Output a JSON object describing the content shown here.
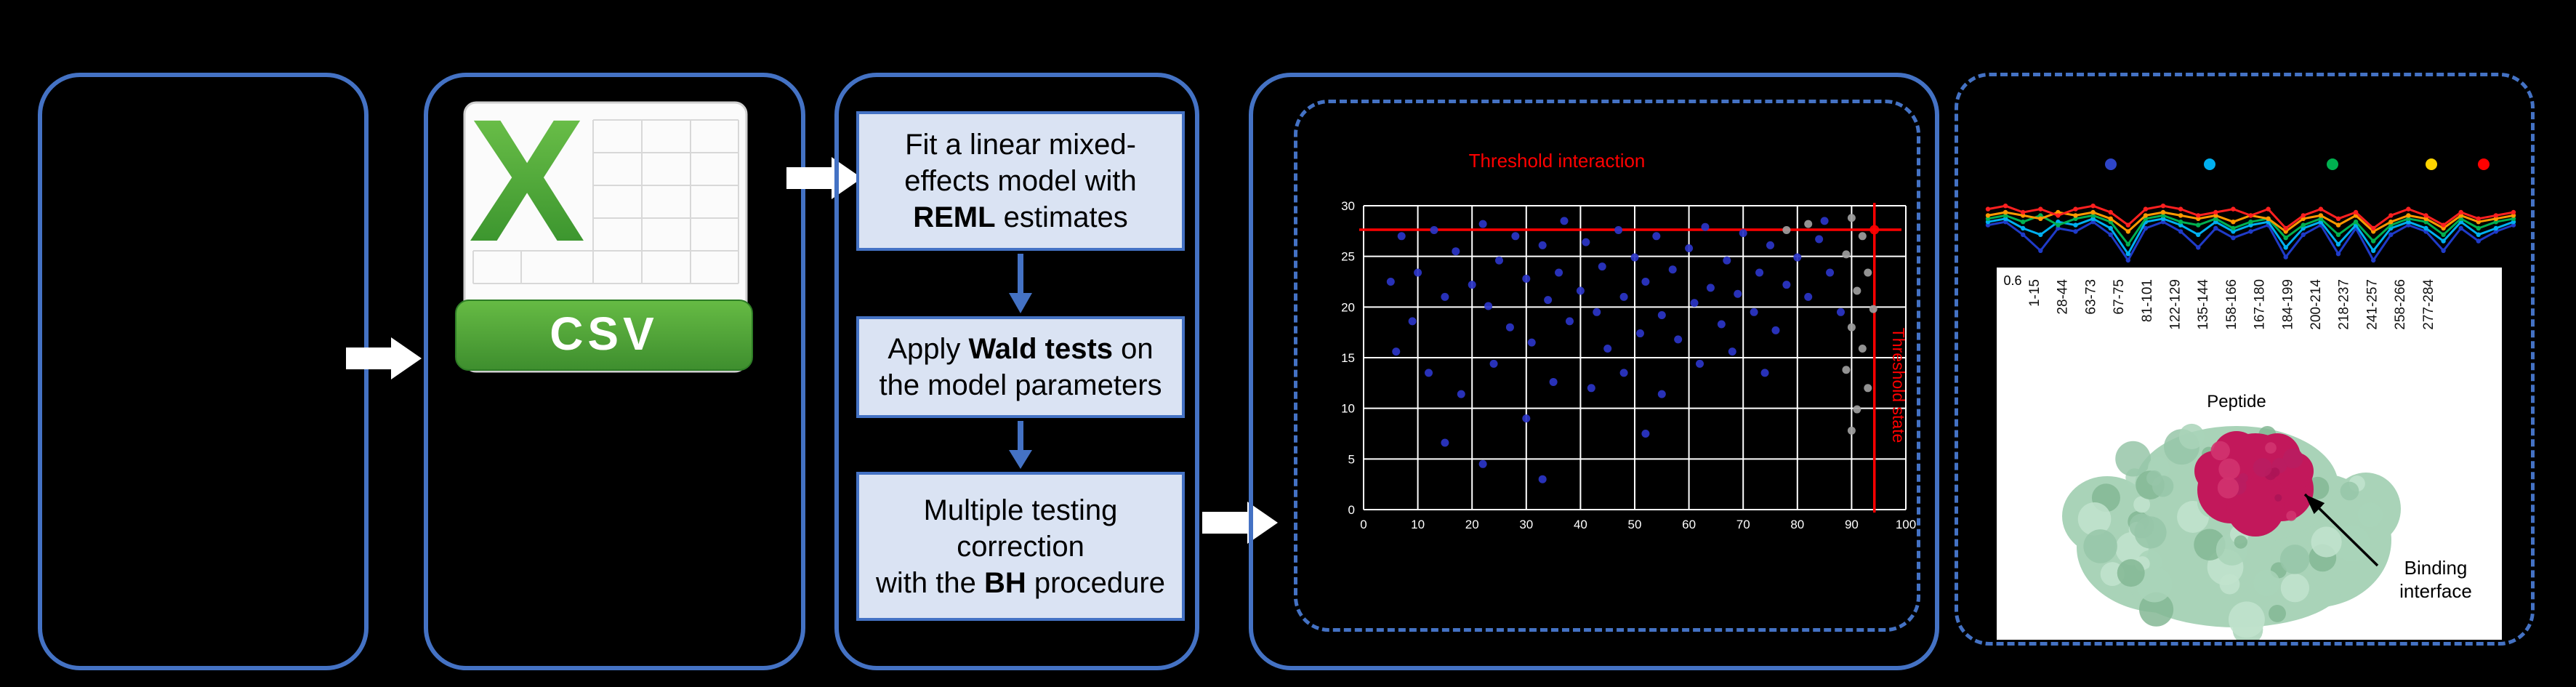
{
  "app": {
    "background": "#000000",
    "accent": "#4472C4"
  },
  "csv_card": {
    "letter": "X",
    "label": "CSV"
  },
  "pipeline": {
    "steps": [
      {
        "lines": [
          [
            {
              "t": "Fit a linear mixed-"
            }
          ],
          [
            {
              "t": "effects model with"
            }
          ],
          [
            {
              "t": "REML",
              "b": true
            },
            {
              "t": " estimates"
            }
          ]
        ]
      },
      {
        "lines": [
          [
            {
              "t": "Apply "
            },
            {
              "t": "Wald tests",
              "b": true
            },
            {
              "t": " on"
            }
          ],
          [
            {
              "t": "the model parameters"
            }
          ]
        ]
      },
      {
        "lines": [
          [
            {
              "t": "Multiple testing"
            }
          ],
          [
            {
              "t": "correction"
            }
          ],
          [
            {
              "t": "with the "
            },
            {
              "t": "BH",
              "b": true
            },
            {
              "t": " procedure"
            }
          ]
        ]
      }
    ]
  },
  "peptide_axis": {
    "ytick": "0.6",
    "labels": [
      "1-15",
      "28-44",
      "63-73",
      "67-75",
      "81-101",
      "122-129",
      "135-144",
      "158-166",
      "167-180",
      "184-199",
      "200-214",
      "218-237",
      "241-257",
      "258-266",
      "277-284"
    ],
    "title": "Peptide"
  },
  "binding": {
    "line1": "Binding",
    "line2": "interface"
  },
  "colors": {
    "grid": "#FFFFFF",
    "threshold": "#FF0000",
    "dot_significant": "#2B35C8",
    "dot_nonsignificant": "#9E9E9E",
    "csv_green": "#3E8E2E",
    "protein_body": "#A9D3B8",
    "protein_dark": "#84B794",
    "protein_light": "#C2E3CE",
    "interface_magenta": "#C2185B"
  },
  "chart_data": [
    {
      "id": "significance-scatter",
      "type": "scatter",
      "title": "Threshold interaction",
      "side_label": "Threshold state",
      "x_ticks": [
        "0",
        "10",
        "20",
        "30",
        "40",
        "50",
        "60",
        "70",
        "80",
        "90",
        "100"
      ],
      "y_ticks": [
        "30",
        "25",
        "20",
        "15",
        "10",
        "5",
        "0"
      ],
      "grid": {
        "cols": 10,
        "rows": 6
      },
      "threshold_h_frac": 0.079,
      "threshold_v_frac": 0.942,
      "series": [
        {
          "name": "significant-peptides",
          "color": "#2B35C8",
          "points": [
            [
              0.07,
              0.1
            ],
            [
              0.1,
              0.22
            ],
            [
              0.13,
              0.08
            ],
            [
              0.15,
              0.3
            ],
            [
              0.17,
              0.15
            ],
            [
              0.2,
              0.26
            ],
            [
              0.22,
              0.06
            ],
            [
              0.23,
              0.33
            ],
            [
              0.25,
              0.18
            ],
            [
              0.27,
              0.4
            ],
            [
              0.28,
              0.1
            ],
            [
              0.3,
              0.24
            ],
            [
              0.31,
              0.45
            ],
            [
              0.33,
              0.13
            ],
            [
              0.34,
              0.31
            ],
            [
              0.36,
              0.22
            ],
            [
              0.37,
              0.05
            ],
            [
              0.38,
              0.38
            ],
            [
              0.4,
              0.28
            ],
            [
              0.41,
              0.12
            ],
            [
              0.43,
              0.35
            ],
            [
              0.44,
              0.2
            ],
            [
              0.45,
              0.47
            ],
            [
              0.47,
              0.08
            ],
            [
              0.48,
              0.3
            ],
            [
              0.5,
              0.17
            ],
            [
              0.51,
              0.42
            ],
            [
              0.52,
              0.25
            ],
            [
              0.54,
              0.1
            ],
            [
              0.55,
              0.36
            ],
            [
              0.57,
              0.21
            ],
            [
              0.58,
              0.44
            ],
            [
              0.6,
              0.14
            ],
            [
              0.61,
              0.32
            ],
            [
              0.63,
              0.07
            ],
            [
              0.64,
              0.27
            ],
            [
              0.66,
              0.39
            ],
            [
              0.67,
              0.18
            ],
            [
              0.69,
              0.29
            ],
            [
              0.7,
              0.09
            ],
            [
              0.72,
              0.35
            ],
            [
              0.73,
              0.22
            ],
            [
              0.75,
              0.13
            ],
            [
              0.76,
              0.41
            ],
            [
              0.78,
              0.26
            ],
            [
              0.8,
              0.17
            ],
            [
              0.82,
              0.3
            ],
            [
              0.84,
              0.11
            ],
            [
              0.12,
              0.55
            ],
            [
              0.18,
              0.62
            ],
            [
              0.24,
              0.52
            ],
            [
              0.15,
              0.78
            ],
            [
              0.22,
              0.85
            ],
            [
              0.3,
              0.7
            ],
            [
              0.35,
              0.58
            ],
            [
              0.09,
              0.38
            ],
            [
              0.05,
              0.25
            ],
            [
              0.42,
              0.6
            ],
            [
              0.48,
              0.55
            ],
            [
              0.55,
              0.62
            ],
            [
              0.33,
              0.9
            ],
            [
              0.62,
              0.52
            ],
            [
              0.68,
              0.48
            ],
            [
              0.74,
              0.55
            ],
            [
              0.52,
              0.75
            ],
            [
              0.06,
              0.48
            ],
            [
              0.86,
              0.22
            ],
            [
              0.88,
              0.35
            ],
            [
              0.85,
              0.05
            ]
          ]
        },
        {
          "name": "non-significant-peptides",
          "color": "#9E9E9E",
          "points": [
            [
              0.9,
              0.04
            ],
            [
              0.92,
              0.1
            ],
            [
              0.89,
              0.16
            ],
            [
              0.93,
              0.22
            ],
            [
              0.91,
              0.28
            ],
            [
              0.94,
              0.34
            ],
            [
              0.9,
              0.4
            ],
            [
              0.92,
              0.47
            ],
            [
              0.89,
              0.54
            ],
            [
              0.93,
              0.6
            ],
            [
              0.91,
              0.67
            ],
            [
              0.9,
              0.74
            ],
            [
              0.78,
              0.08
            ],
            [
              0.82,
              0.06
            ]
          ]
        },
        {
          "name": "threshold-intersection",
          "color": "#FF0000",
          "points": [
            [
              0.942,
              0.079
            ]
          ]
        }
      ]
    },
    {
      "id": "deuterium-uptake-lines",
      "type": "line",
      "x_count": 31,
      "legend_dots": [
        "#2E45C8",
        "#00B0F0",
        "#00B050",
        "#FFD400",
        "#FF0000"
      ],
      "series": [
        {
          "name": "state-blue",
          "color": "#1F3BC8",
          "values": [
            0.45,
            0.4,
            0.6,
            0.85,
            0.5,
            0.55,
            0.4,
            0.6,
            1.0,
            0.5,
            0.4,
            0.55,
            0.8,
            0.5,
            0.65,
            0.55,
            0.45,
            0.95,
            0.6,
            0.45,
            0.9,
            0.5,
            1.0,
            0.6,
            0.45,
            0.55,
            0.85,
            0.5,
            0.7,
            0.55,
            0.45
          ]
        },
        {
          "name": "state-cyan",
          "color": "#00B0F0",
          "values": [
            0.4,
            0.35,
            0.5,
            0.6,
            0.4,
            0.45,
            0.35,
            0.5,
            0.9,
            0.4,
            0.35,
            0.45,
            0.6,
            0.4,
            0.55,
            0.45,
            0.4,
            0.8,
            0.5,
            0.4,
            0.75,
            0.45,
            0.85,
            0.5,
            0.4,
            0.5,
            0.7,
            0.4,
            0.6,
            0.5,
            0.4
          ]
        },
        {
          "name": "state-green",
          "color": "#00B050",
          "values": [
            0.35,
            0.3,
            0.4,
            0.3,
            0.45,
            0.35,
            0.3,
            0.4,
            0.75,
            0.35,
            0.3,
            0.4,
            0.45,
            0.35,
            0.5,
            0.4,
            0.35,
            0.65,
            0.45,
            0.35,
            0.6,
            0.4,
            0.7,
            0.45,
            0.35,
            0.4,
            0.6,
            0.35,
            0.5,
            0.4,
            0.35
          ]
        },
        {
          "name": "state-orange",
          "color": "#FF9900",
          "values": [
            0.3,
            0.25,
            0.3,
            0.35,
            0.25,
            0.3,
            0.25,
            0.35,
            0.55,
            0.3,
            0.25,
            0.3,
            0.35,
            0.3,
            0.4,
            0.3,
            0.35,
            0.55,
            0.35,
            0.3,
            0.45,
            0.3,
            0.55,
            0.4,
            0.3,
            0.35,
            0.5,
            0.3,
            0.4,
            0.35,
            0.3
          ]
        },
        {
          "name": "state-red",
          "color": "#FF2020",
          "values": [
            0.2,
            0.15,
            0.25,
            0.2,
            0.3,
            0.2,
            0.15,
            0.25,
            0.45,
            0.2,
            0.15,
            0.2,
            0.3,
            0.25,
            0.2,
            0.3,
            0.2,
            0.5,
            0.3,
            0.2,
            0.35,
            0.25,
            0.5,
            0.3,
            0.2,
            0.3,
            0.45,
            0.25,
            0.35,
            0.3,
            0.25
          ]
        }
      ]
    }
  ]
}
